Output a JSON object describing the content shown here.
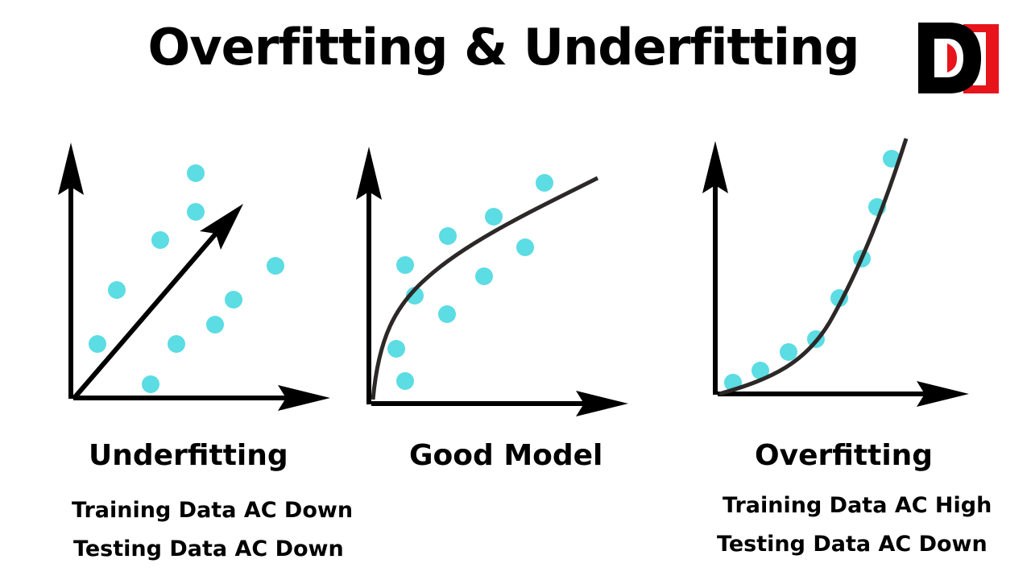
{
  "header": {
    "title": "Overfitting & Underfitting",
    "logo": {
      "icon": "d-logo-icon",
      "colors": {
        "primary": "#000000",
        "accent": "#e8141c"
      }
    }
  },
  "colors": {
    "point": "#5cdce3",
    "axis": "#000000",
    "curve": "#2d2828",
    "background": "#ffffff"
  },
  "panels": [
    {
      "title": "Underfitting",
      "lines": [
        "Training Data AC Down",
        "Testing Data AC Down"
      ]
    },
    {
      "title": "Good Model",
      "lines": []
    },
    {
      "title": "Overfitting",
      "lines": [
        "Training Data AC High",
        "Testing Data AC Down"
      ]
    }
  ],
  "chart_data": [
    {
      "type": "scatter",
      "title": "Underfitting",
      "fit": "straight line (linear, poor fit)",
      "points": [
        [
          243,
          215
        ],
        [
          243,
          263
        ],
        [
          199,
          298
        ],
        [
          145,
          360
        ],
        [
          342,
          330
        ],
        [
          290,
          372
        ],
        [
          267,
          403
        ],
        [
          219,
          427
        ],
        [
          121,
          427
        ],
        [
          187,
          477
        ]
      ]
    },
    {
      "type": "scatter",
      "title": "Good Model",
      "fit": "smooth concave curve (good fit)",
      "points": [
        [
          676,
          227
        ],
        [
          613,
          269
        ],
        [
          556,
          293
        ],
        [
          503,
          329
        ],
        [
          652,
          307
        ],
        [
          601,
          343
        ],
        [
          515,
          367
        ],
        [
          555,
          390
        ],
        [
          492,
          433
        ],
        [
          503,
          473
        ]
      ]
    },
    {
      "type": "scatter",
      "title": "Overfitting",
      "fit": "convex curve passing through every point",
      "points": [
        [
          1107,
          197
        ],
        [
          1089,
          257
        ],
        [
          1070,
          321
        ],
        [
          1042,
          370
        ],
        [
          1013,
          421
        ],
        [
          979,
          437
        ],
        [
          944,
          460
        ],
        [
          910,
          475
        ]
      ]
    }
  ]
}
